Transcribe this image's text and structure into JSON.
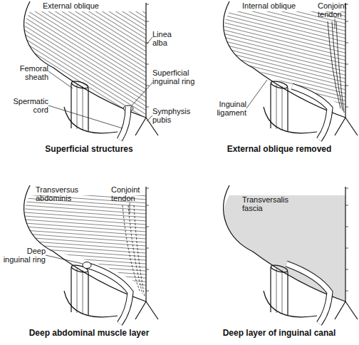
{
  "diagram": {
    "labels": [
      "External oblique",
      "Linea alba",
      "Femoral sheath",
      "Superficial inguinal ring",
      "Spermatic cord",
      "Symphysis pubis",
      "Superficial structures",
      "Internal oblique",
      "Conjoint tendon",
      "Inguinal ligament",
      "External oblique removed",
      "Transversus abdominis",
      "Conjoint tendon",
      "Deep inguinal ring",
      "Deep abdominal muscle layer",
      "Transversalis fascia",
      "Deep layer of inguinal canal"
    ]
  }
}
